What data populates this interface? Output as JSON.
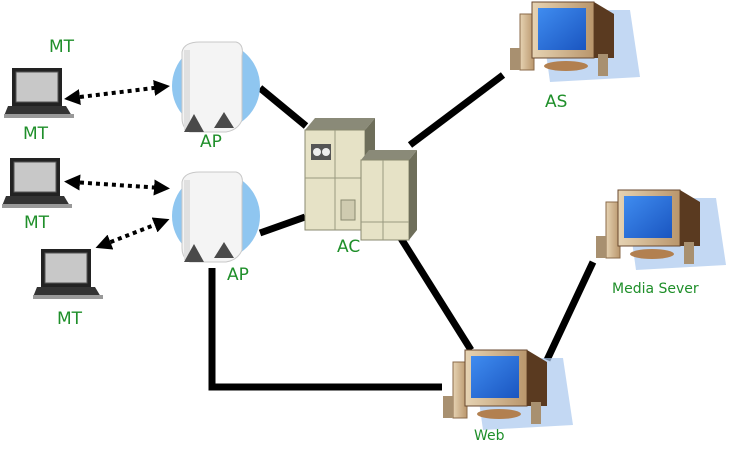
{
  "diagram": {
    "type": "network-topology",
    "label_color": "#1f8f2a",
    "nodes": {
      "mt1": {
        "label": "MT",
        "kind": "laptop"
      },
      "mt1_top": {
        "label": "MT"
      },
      "mt2": {
        "label": "MT",
        "kind": "laptop"
      },
      "mt3": {
        "label": "MT",
        "kind": "laptop"
      },
      "ap1": {
        "label": "AP",
        "kind": "access-point"
      },
      "ap2": {
        "label": "AP",
        "kind": "access-point"
      },
      "ac": {
        "label": "AC",
        "kind": "controller-server"
      },
      "as": {
        "label": "AS",
        "kind": "desktop-computer"
      },
      "media": {
        "label": "Media Sever",
        "kind": "desktop-computer"
      },
      "web": {
        "label": "Web",
        "kind": "desktop-computer"
      }
    },
    "edges": [
      {
        "from": "mt1",
        "to": "ap1",
        "style": "wireless-dotted-bidirectional"
      },
      {
        "from": "mt2",
        "to": "ap2",
        "style": "wireless-dotted-bidirectional"
      },
      {
        "from": "mt3",
        "to": "ap2",
        "style": "wireless-dotted-bidirectional"
      },
      {
        "from": "ap1",
        "to": "ac",
        "style": "wired"
      },
      {
        "from": "ap2",
        "to": "ac",
        "style": "wired"
      },
      {
        "from": "ac",
        "to": "as",
        "style": "wired"
      },
      {
        "from": "ac",
        "to": "web",
        "style": "wired"
      },
      {
        "from": "ap2",
        "to": "web",
        "style": "wired-elbow"
      },
      {
        "from": "web",
        "to": "media",
        "style": "wired"
      }
    ]
  }
}
